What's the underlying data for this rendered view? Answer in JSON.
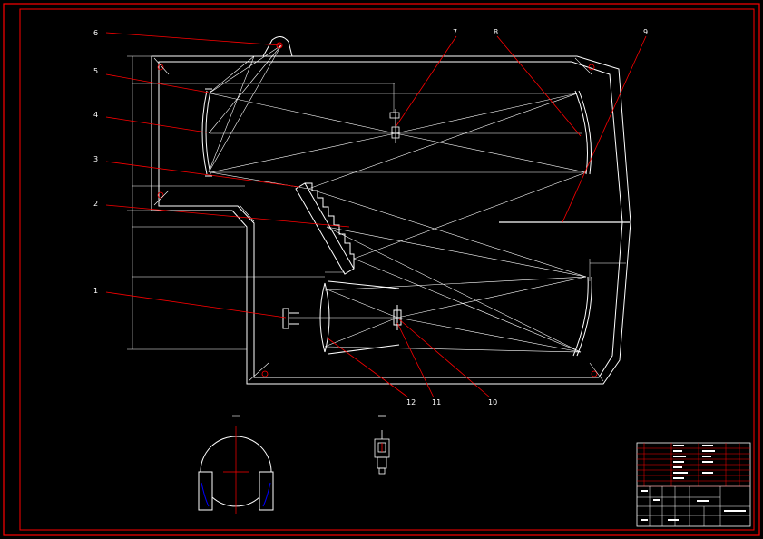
{
  "callouts": [
    "1",
    "2",
    "3",
    "4",
    "5",
    "6",
    "7",
    "8",
    "9",
    "10",
    "11",
    "12"
  ],
  "colors": {
    "background": "#000000",
    "frame": "#ff0000",
    "line": "#ffffff",
    "leader": "#ff0000",
    "accent": "#0000ff"
  }
}
